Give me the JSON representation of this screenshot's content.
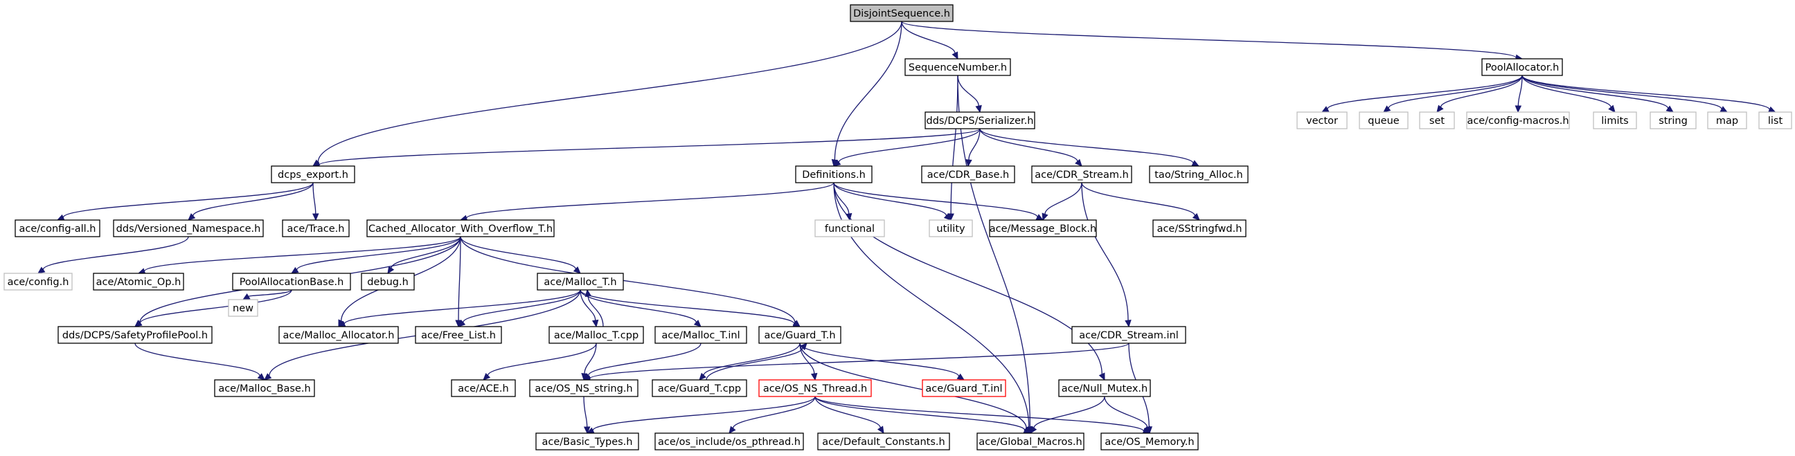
{
  "nodes": [
    {
      "id": "DisjointSequence",
      "label": "DisjointSequence.h",
      "style": "root"
    },
    {
      "id": "SequenceNumber",
      "label": "SequenceNumber.h",
      "style": "normal"
    },
    {
      "id": "PoolAllocator",
      "label": "PoolAllocator.h",
      "style": "normal"
    },
    {
      "id": "Serializer",
      "label": "dds/DCPS/Serializer.h",
      "style": "normal"
    },
    {
      "id": "vector",
      "label": "vector",
      "style": "grey"
    },
    {
      "id": "queue",
      "label": "queue",
      "style": "grey"
    },
    {
      "id": "set",
      "label": "set",
      "style": "grey"
    },
    {
      "id": "configmacros",
      "label": "ace/config-macros.h",
      "style": "grey"
    },
    {
      "id": "limits",
      "label": "limits",
      "style": "grey"
    },
    {
      "id": "string",
      "label": "string",
      "style": "grey"
    },
    {
      "id": "map",
      "label": "map",
      "style": "grey"
    },
    {
      "id": "list",
      "label": "list",
      "style": "grey"
    },
    {
      "id": "dcpsexport",
      "label": "dcps_export.h",
      "style": "normal"
    },
    {
      "id": "Definitions",
      "label": "Definitions.h",
      "style": "normal"
    },
    {
      "id": "CDRBase",
      "label": "ace/CDR_Base.h",
      "style": "normal"
    },
    {
      "id": "CDRStream",
      "label": "ace/CDR_Stream.h",
      "style": "normal"
    },
    {
      "id": "StringAlloc",
      "label": "tao/String_Alloc.h",
      "style": "normal"
    },
    {
      "id": "configall",
      "label": "ace/config-all.h",
      "style": "normal"
    },
    {
      "id": "VersionedNS",
      "label": "dds/Versioned_Namespace.h",
      "style": "normal"
    },
    {
      "id": "Trace",
      "label": "ace/Trace.h",
      "style": "normal"
    },
    {
      "id": "CachedAlloc",
      "label": "Cached_Allocator_With_Overflow_T.h",
      "style": "normal"
    },
    {
      "id": "functional",
      "label": "functional",
      "style": "grey"
    },
    {
      "id": "utility",
      "label": "utility",
      "style": "grey"
    },
    {
      "id": "MessageBlock",
      "label": "ace/Message_Block.h",
      "style": "normal"
    },
    {
      "id": "SStringfwd",
      "label": "ace/SStringfwd.h",
      "style": "normal"
    },
    {
      "id": "config",
      "label": "ace/config.h",
      "style": "grey"
    },
    {
      "id": "AtomicOp",
      "label": "ace/Atomic_Op.h",
      "style": "normal"
    },
    {
      "id": "PoolAllocBase",
      "label": "PoolAllocationBase.h",
      "style": "normal"
    },
    {
      "id": "debug",
      "label": "debug.h",
      "style": "normal"
    },
    {
      "id": "MallocT",
      "label": "ace/Malloc_T.h",
      "style": "normal"
    },
    {
      "id": "new",
      "label": "new",
      "style": "grey"
    },
    {
      "id": "SafetyPool",
      "label": "dds/DCPS/SafetyProfilePool.h",
      "style": "normal"
    },
    {
      "id": "MallocAllocator",
      "label": "ace/Malloc_Allocator.h",
      "style": "normal"
    },
    {
      "id": "FreeList",
      "label": "ace/Free_List.h",
      "style": "normal"
    },
    {
      "id": "MallocTcpp",
      "label": "ace/Malloc_T.cpp",
      "style": "normal"
    },
    {
      "id": "MallocTinl",
      "label": "ace/Malloc_T.inl",
      "style": "normal"
    },
    {
      "id": "GuardT",
      "label": "ace/Guard_T.h",
      "style": "normal"
    },
    {
      "id": "CDRStreamInl",
      "label": "ace/CDR_Stream.inl",
      "style": "normal"
    },
    {
      "id": "MallocBase",
      "label": "ace/Malloc_Base.h",
      "style": "normal"
    },
    {
      "id": "ACE",
      "label": "ace/ACE.h",
      "style": "normal"
    },
    {
      "id": "OSNSstring",
      "label": "ace/OS_NS_string.h",
      "style": "normal"
    },
    {
      "id": "GuardTcpp",
      "label": "ace/Guard_T.cpp",
      "style": "normal"
    },
    {
      "id": "OSNSThread",
      "label": "ace/OS_NS_Thread.h",
      "style": "red"
    },
    {
      "id": "GuardTinl",
      "label": "ace/Guard_T.inl",
      "style": "red"
    },
    {
      "id": "NullMutex",
      "label": "ace/Null_Mutex.h",
      "style": "normal"
    },
    {
      "id": "BasicTypes",
      "label": "ace/Basic_Types.h",
      "style": "normal"
    },
    {
      "id": "ospthread",
      "label": "ace/os_include/os_pthread.h",
      "style": "normal"
    },
    {
      "id": "DefaultConst",
      "label": "ace/Default_Constants.h",
      "style": "normal"
    },
    {
      "id": "GlobalMacros",
      "label": "ace/Global_Macros.h",
      "style": "normal"
    },
    {
      "id": "OSMemory",
      "label": "ace/OS_Memory.h",
      "style": "normal"
    }
  ],
  "edges": [
    [
      "DisjointSequence",
      "SequenceNumber"
    ],
    [
      "DisjointSequence",
      "PoolAllocator"
    ],
    [
      "DisjointSequence",
      "dcpsexport"
    ],
    [
      "DisjointSequence",
      "Definitions"
    ],
    [
      "SequenceNumber",
      "Serializer"
    ],
    [
      "SequenceNumber",
      "utility"
    ],
    [
      "SequenceNumber",
      "GlobalMacros"
    ],
    [
      "PoolAllocator",
      "vector"
    ],
    [
      "PoolAllocator",
      "queue"
    ],
    [
      "PoolAllocator",
      "set"
    ],
    [
      "PoolAllocator",
      "configmacros"
    ],
    [
      "PoolAllocator",
      "limits"
    ],
    [
      "PoolAllocator",
      "string"
    ],
    [
      "PoolAllocator",
      "map"
    ],
    [
      "PoolAllocator",
      "list"
    ],
    [
      "Serializer",
      "dcpsexport"
    ],
    [
      "Serializer",
      "Definitions"
    ],
    [
      "Serializer",
      "CDRBase"
    ],
    [
      "Serializer",
      "CDRStream"
    ],
    [
      "Serializer",
      "StringAlloc"
    ],
    [
      "dcpsexport",
      "configall"
    ],
    [
      "dcpsexport",
      "VersionedNS"
    ],
    [
      "dcpsexport",
      "Trace"
    ],
    [
      "VersionedNS",
      "config"
    ],
    [
      "Definitions",
      "CachedAlloc"
    ],
    [
      "Definitions",
      "functional"
    ],
    [
      "Definitions",
      "utility"
    ],
    [
      "Definitions",
      "MessageBlock"
    ],
    [
      "Definitions",
      "NullMutex"
    ],
    [
      "Definitions",
      "GlobalMacros"
    ],
    [
      "CDRStream",
      "MessageBlock"
    ],
    [
      "CDRStream",
      "SStringfwd"
    ],
    [
      "CDRStream",
      "CDRStreamInl"
    ],
    [
      "CachedAlloc",
      "AtomicOp"
    ],
    [
      "CachedAlloc",
      "PoolAllocBase"
    ],
    [
      "CachedAlloc",
      "debug"
    ],
    [
      "CachedAlloc",
      "MallocT"
    ],
    [
      "CachedAlloc",
      "SafetyPool"
    ],
    [
      "CachedAlloc",
      "MallocAllocator"
    ],
    [
      "CachedAlloc",
      "FreeList"
    ],
    [
      "CachedAlloc",
      "GuardT"
    ],
    [
      "PoolAllocBase",
      "new"
    ],
    [
      "PoolAllocBase",
      "SafetyPool"
    ],
    [
      "SafetyPool",
      "MallocBase"
    ],
    [
      "MallocT",
      "MallocAllocator"
    ],
    [
      "MallocT",
      "FreeList"
    ],
    [
      "MallocT",
      "MallocTcpp"
    ],
    [
      "MallocT",
      "MallocTinl"
    ],
    [
      "MallocT",
      "GuardT"
    ],
    [
      "MallocT",
      "MallocBase"
    ],
    [
      "MallocTcpp",
      "MallocT"
    ],
    [
      "MallocTcpp",
      "ACE"
    ],
    [
      "MallocTcpp",
      "OSNSstring"
    ],
    [
      "MallocTinl",
      "OSNSstring"
    ],
    [
      "GuardT",
      "OSNSThread"
    ],
    [
      "GuardT",
      "GuardTinl"
    ],
    [
      "GuardT",
      "GuardTcpp"
    ],
    [
      "GuardT",
      "GlobalMacros"
    ],
    [
      "GuardTcpp",
      "GuardT"
    ],
    [
      "CDRStreamInl",
      "OSNSstring"
    ],
    [
      "CDRStreamInl",
      "OSMemory"
    ],
    [
      "OSNSstring",
      "BasicTypes"
    ],
    [
      "OSNSThread",
      "BasicTypes"
    ],
    [
      "OSNSThread",
      "ospthread"
    ],
    [
      "OSNSThread",
      "DefaultConst"
    ],
    [
      "OSNSThread",
      "GlobalMacros"
    ],
    [
      "OSNSThread",
      "OSMemory"
    ],
    [
      "NullMutex",
      "GlobalMacros"
    ],
    [
      "NullMutex",
      "OSMemory"
    ]
  ]
}
